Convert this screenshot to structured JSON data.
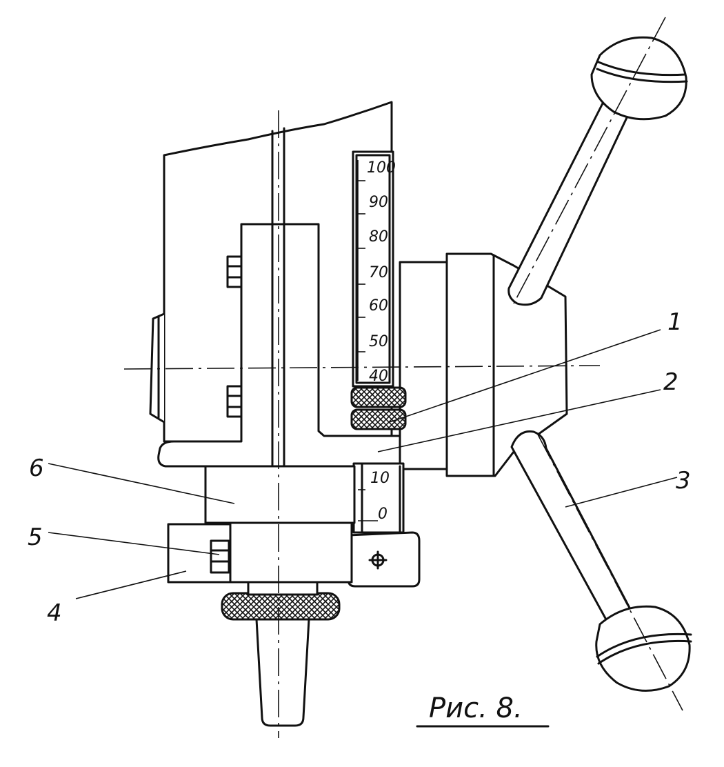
{
  "scale_upper": [
    "100",
    "90",
    "80",
    "70",
    "60",
    "50",
    "40"
  ],
  "scale_lower": [
    "10",
    "0"
  ],
  "callouts": [
    "1",
    "2",
    "3",
    "4",
    "5",
    "6"
  ],
  "caption": "Рис. 8."
}
